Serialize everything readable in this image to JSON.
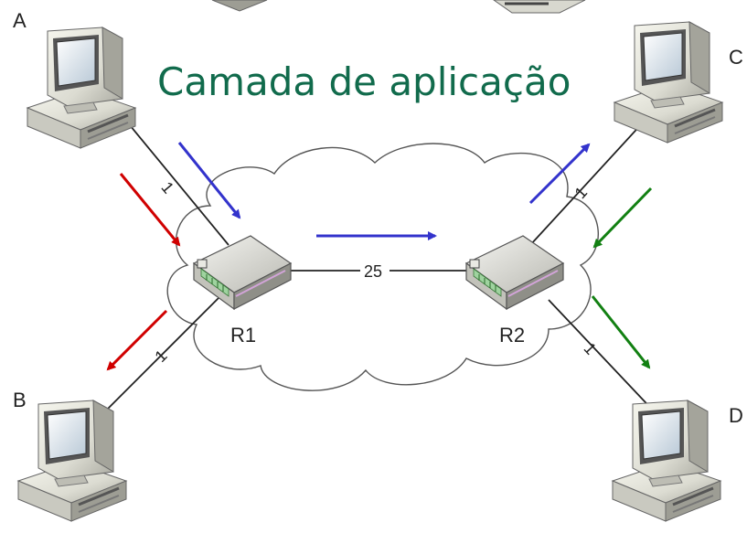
{
  "title": "Camada de aplicação",
  "colors": {
    "title": "#116b4c",
    "cloud_fill": "#ffffff",
    "cloud_stroke": "#555555",
    "link": "#222222",
    "arrow_a": "#d00000",
    "arrow_b": "#3333cc",
    "arrow_c": "#128012"
  },
  "icons": {
    "host": "desktop-computer-icon",
    "router": "router-icon"
  },
  "hosts": [
    {
      "id": "A",
      "label": "A"
    },
    {
      "id": "B",
      "label": "B"
    },
    {
      "id": "C",
      "label": "C"
    },
    {
      "id": "D",
      "label": "D"
    }
  ],
  "routers": [
    {
      "id": "R1",
      "label": "R1"
    },
    {
      "id": "R2",
      "label": "R2"
    }
  ],
  "links": [
    {
      "from": "A",
      "to": "R1",
      "cost": "1"
    },
    {
      "from": "B",
      "to": "R1",
      "cost": "1"
    },
    {
      "from": "R1",
      "to": "R2",
      "cost": "25"
    },
    {
      "from": "C",
      "to": "R2",
      "cost": "1"
    },
    {
      "from": "D",
      "to": "R2",
      "cost": "1"
    }
  ]
}
